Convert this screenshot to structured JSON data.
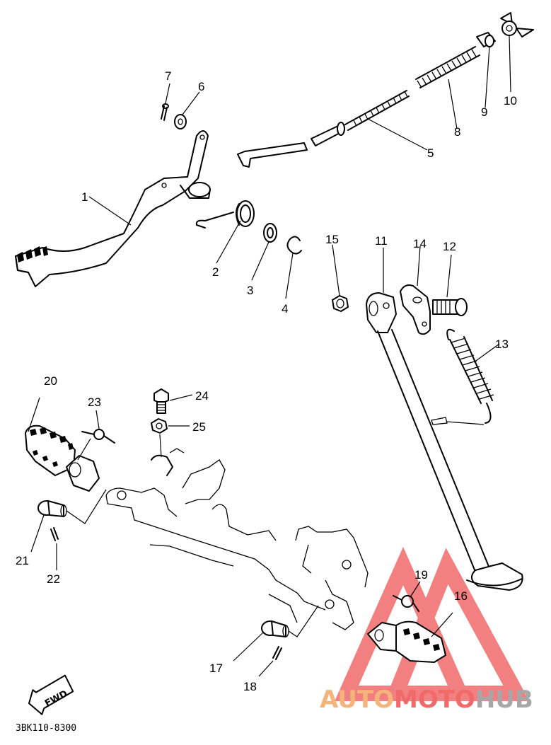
{
  "diagram": {
    "part_numbers": [
      "1",
      "2",
      "3",
      "4",
      "5",
      "6",
      "7",
      "8",
      "9",
      "10",
      "11",
      "12",
      "13",
      "14",
      "15",
      "16",
      "17",
      "18",
      "19",
      "20",
      "21",
      "22",
      "23",
      "24",
      "25"
    ],
    "fwd_label": "FWD",
    "drawing_code": "3BK110-8300"
  },
  "watermark": {
    "part1": "AUTO",
    "part2": "MOTO",
    "part3": "HUB",
    "color_red": "#f06a6a",
    "color_orange": "#f5b47a",
    "color_gray": "#a7a7a7"
  }
}
